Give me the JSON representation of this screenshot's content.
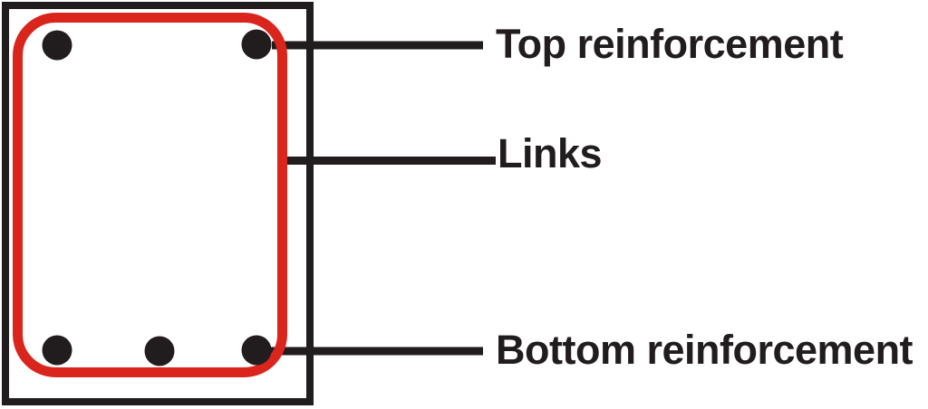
{
  "colors": {
    "ink": "#211d1e",
    "red": "#da251d",
    "background": "#ffffff"
  },
  "labels": {
    "top": "Top reinforcement",
    "links": "Links",
    "bottom": "Bottom reinforcement"
  },
  "rebar": {
    "top_bar_count": 2,
    "bottom_bar_count": 3
  }
}
